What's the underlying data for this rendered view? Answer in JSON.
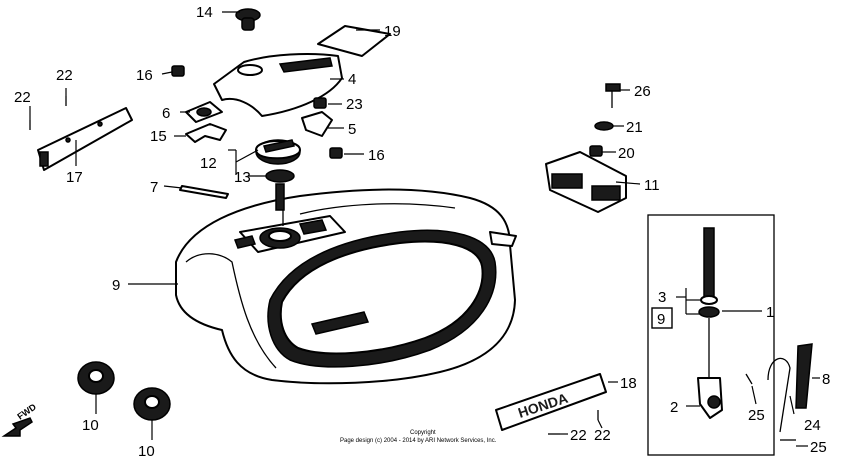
{
  "callouts": {
    "c1": "1",
    "c2": "2",
    "c3": "3",
    "c4": "4",
    "c5": "5",
    "c6": "6",
    "c7": "7",
    "c8": "8",
    "c9_tank": "9",
    "c9_boxed": "9",
    "c10_a": "10",
    "c10_b": "10",
    "c11": "11",
    "c12": "12",
    "c13": "13",
    "c14": "14",
    "c15": "15",
    "c16_a": "16",
    "c16_b": "16",
    "c17": "17",
    "c18": "18",
    "c19": "19",
    "c20": "20",
    "c21": "21",
    "c22_a": "22",
    "c22_b": "22",
    "c22_c": "22",
    "c22_d": "22",
    "c23": "23",
    "c24": "24",
    "c25_a": "25",
    "c25_b": "25",
    "c26": "26"
  },
  "fwd_label": "FWD",
  "emblem_text": "HONDA",
  "copyright": {
    "line1": "Copyright",
    "line2": "Page design (c) 2004 - 2014 by ARI Network Services, Inc."
  }
}
